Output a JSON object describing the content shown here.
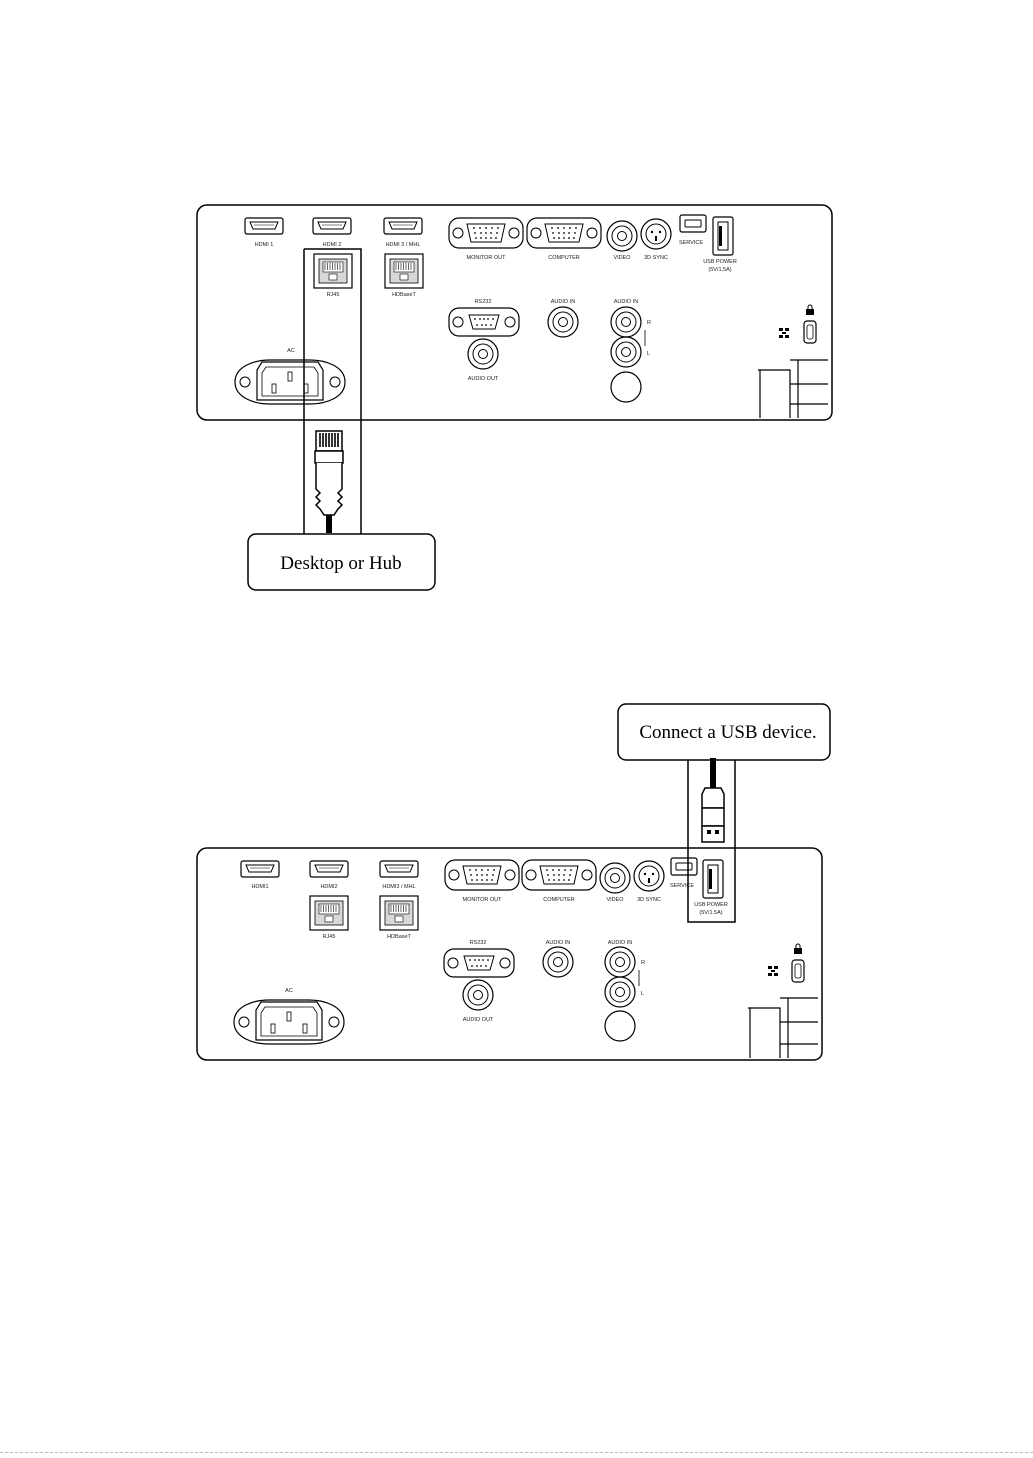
{
  "diagrams": [
    {
      "ports": {
        "hdmi1": "HDMI 1",
        "hdmi2": "HDMI 2",
        "hdmi3": "HDMI 3 / MHL",
        "monitor_out": "MONITOR OUT",
        "computer": "COMPUTER",
        "video": "VIDEO",
        "sync3d": "3D SYNC",
        "service": "SERVICE",
        "usb_power": "USB POWER",
        "usb_power_spec": "(5V/1.5A)",
        "rj45": "RJ45",
        "hdbaset": "HDBaseT",
        "rs232": "RS232",
        "audio_in_1": "AUDIO IN",
        "audio_in_2": "AUDIO IN",
        "audio_r": "R",
        "audio_l": "L",
        "audio_out": "AUDIO OUT",
        "ac": "AC"
      },
      "callout": "Desktop or Hub"
    },
    {
      "ports": {
        "hdmi1": "HDMI1",
        "hdmi2": "HDMI2",
        "hdmi3": "HDMI3 / MHL",
        "monitor_out": "MONITOR OUT",
        "computer": "COMPUTER",
        "video": "VIDEO",
        "sync3d": "3D SYNC",
        "service": "SERVICE",
        "usb_power": "USB POWER",
        "usb_power_spec": "(5V/1.5A)",
        "rj45": "RJ45",
        "hdbaset": "HDBaseT",
        "rs232": "RS232",
        "audio_in_1": "AUDIO IN",
        "audio_in_2": "AUDIO IN",
        "audio_r": "R",
        "audio_l": "L",
        "audio_out": "AUDIO OUT",
        "ac": "AC"
      },
      "callout": "Connect a USB device."
    }
  ]
}
